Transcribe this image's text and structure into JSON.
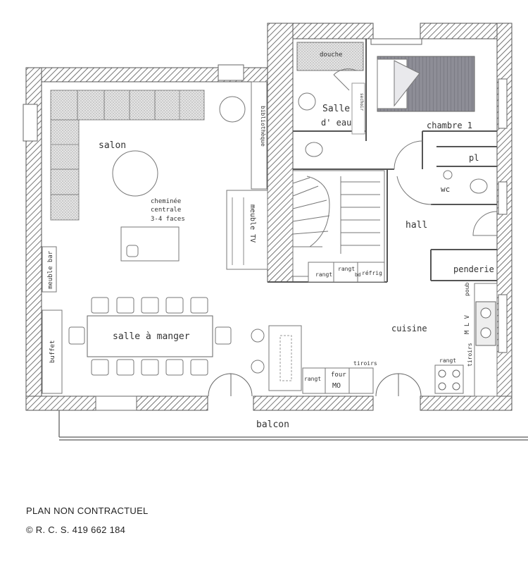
{
  "rooms": {
    "salon": "salon",
    "cheminee_1": "cheminée",
    "cheminee_2": "centrale",
    "cheminee_3": "3-4 faces",
    "bibliotheque": "bibliothèque",
    "meuble_tv": "meuble TV",
    "meuble_bar": "meuble bar",
    "buffet": "buffet",
    "salle_a_manger": "salle à manger",
    "douche": "douche",
    "salle_deau_1": "Salle",
    "salle_deau_2": "d' eau",
    "sechoir": "sechoir",
    "chambre1": "chambre 1",
    "pl": "pl",
    "wc": "wc",
    "hall": "hall",
    "penderie": "penderie",
    "rangt_1": "rangt",
    "rangt_2": "rangt",
    "bd": "bd",
    "refrig": "réfrig",
    "poub": "poub",
    "mlv": "M L V",
    "cuisine": "cuisine",
    "tiroirs_1": "tiroirs",
    "tiroirs_2": "tiroirs",
    "rangt_3": "rangt",
    "rangt_4": "rangt",
    "four": "four",
    "mo": "MO",
    "balcon": "balcon"
  },
  "footer": {
    "disclaimer": "PLAN NON CONTRACTUEL",
    "rcs": "© R. C. S. 419 662 184"
  }
}
